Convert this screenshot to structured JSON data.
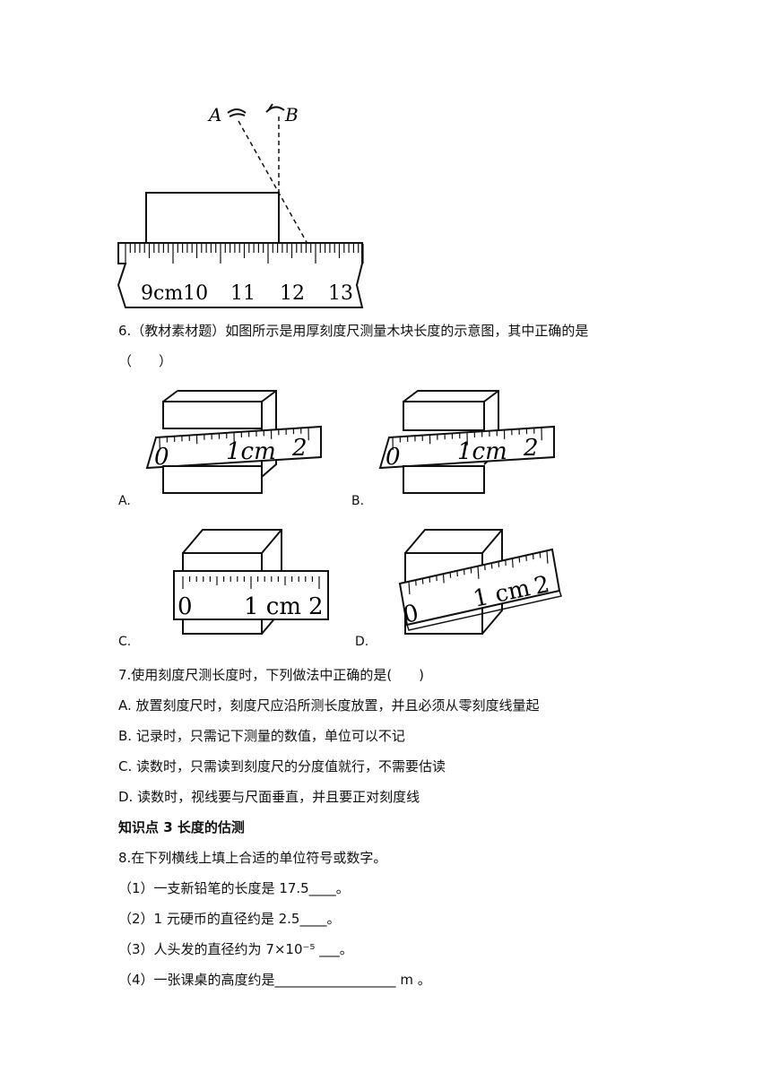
{
  "fig5": {
    "eye_a": "A",
    "eye_b": "B",
    "ruler_labels": [
      "9cm10",
      "11",
      "12",
      "13"
    ]
  },
  "q6": {
    "text": "6.（教材素材题）如图所示是用厚刻度尺测量木块长度的示意图，其中正确的是",
    "paren": "（　　）",
    "options": [
      {
        "label": "A.",
        "marks": [
          "0",
          "1cm",
          "2"
        ]
      },
      {
        "label": "B.",
        "marks": [
          "0",
          "1cm",
          "2"
        ]
      },
      {
        "label": "C.",
        "marks": [
          "0",
          "1 cm",
          "2"
        ]
      },
      {
        "label": "D.",
        "marks": [
          "0",
          "1 cm",
          "2"
        ]
      }
    ]
  },
  "q7": {
    "text": "7.使用刻度尺测长度时，下列做法中正确的是(　　)",
    "options": [
      "A. 放置刻度尺时，刻度尺应沿所测长度放置，并且必须从零刻度线量起",
      "B. 记录时，只需记下测量的数值，单位可以不记",
      "C. 读数时，只需读到刻度尺的分度值就行，不需要估读",
      "D. 读数时，视线要与尺面垂直，并且要正对刻度线"
    ]
  },
  "section3": {
    "title": "知识点 3 长度的估测"
  },
  "q8": {
    "text": "8.在下列横线上填上合适的单位符号或数字。",
    "items": [
      "（1）一支新铅笔的长度是 17.5____。",
      "（2）1 元硬币的直径约是 2.5____。",
      "（3）人头发的直径约为 7×10⁻⁵ ___。",
      "（4）一张课桌的高度约是__________________ m 。"
    ]
  }
}
